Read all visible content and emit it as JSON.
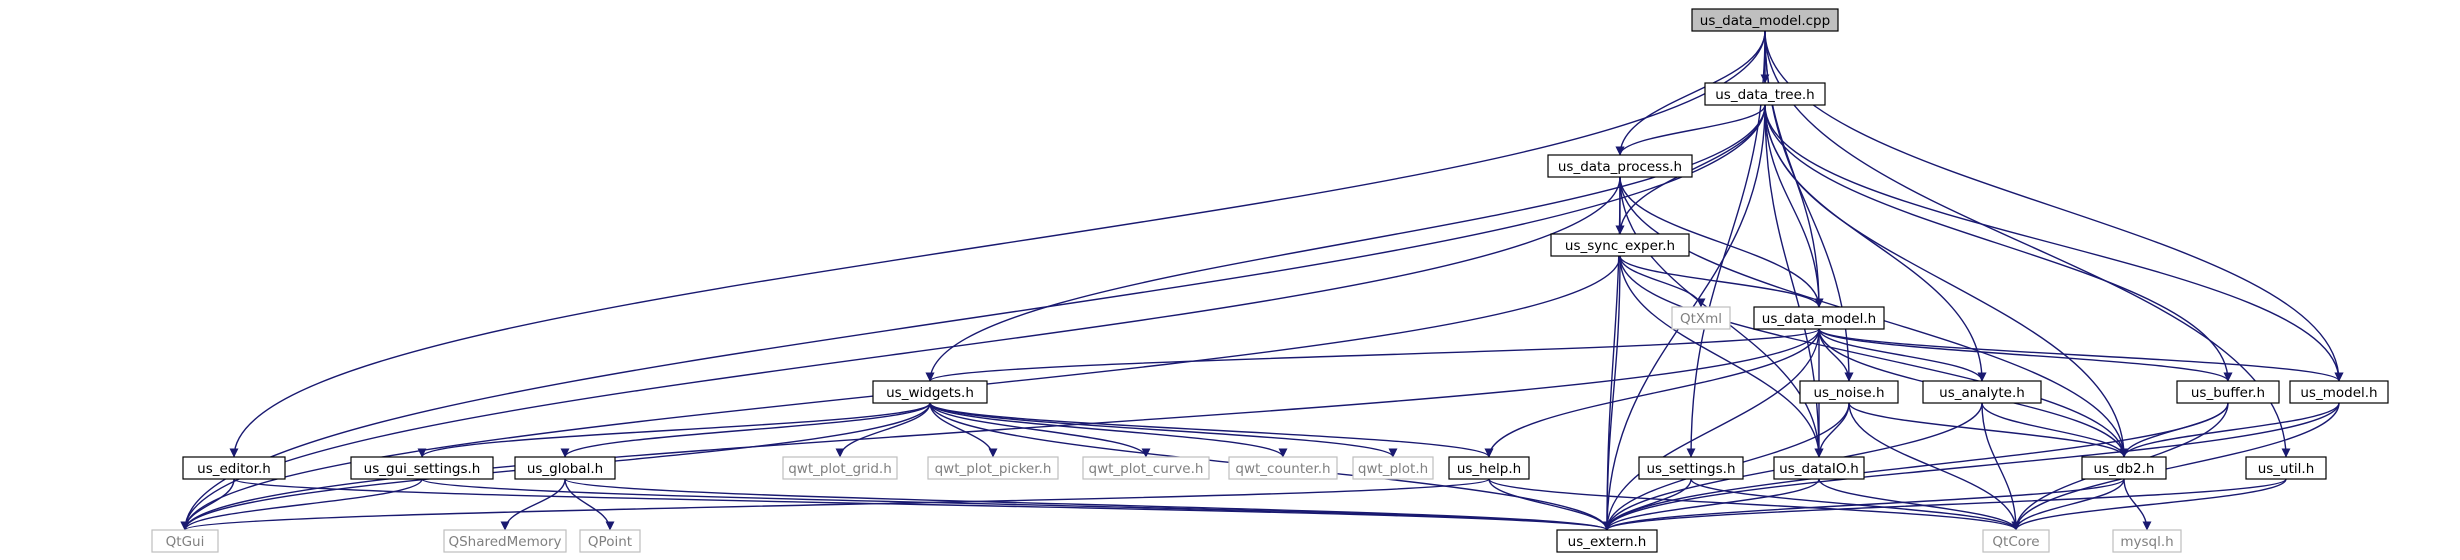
{
  "graph": {
    "nodes": [
      {
        "id": "us_data_model_cpp",
        "label": "us_data_model.cpp",
        "kind": "root"
      },
      {
        "id": "us_data_tree_h",
        "label": "us_data_tree.h",
        "kind": "header"
      },
      {
        "id": "us_data_process_h",
        "label": "us_data_process.h",
        "kind": "header"
      },
      {
        "id": "us_sync_exper_h",
        "label": "us_sync_exper.h",
        "kind": "header"
      },
      {
        "id": "QtXml",
        "label": "QtXml",
        "kind": "external"
      },
      {
        "id": "us_data_model_h",
        "label": "us_data_model.h",
        "kind": "header"
      },
      {
        "id": "us_widgets_h",
        "label": "us_widgets.h",
        "kind": "header"
      },
      {
        "id": "us_noise_h",
        "label": "us_noise.h",
        "kind": "header"
      },
      {
        "id": "us_analyte_h",
        "label": "us_analyte.h",
        "kind": "header"
      },
      {
        "id": "us_buffer_h",
        "label": "us_buffer.h",
        "kind": "header"
      },
      {
        "id": "us_model_h",
        "label": "us_model.h",
        "kind": "header"
      },
      {
        "id": "us_editor_h",
        "label": "us_editor.h",
        "kind": "header"
      },
      {
        "id": "us_gui_settings_h",
        "label": "us_gui_settings.h",
        "kind": "header"
      },
      {
        "id": "us_global_h",
        "label": "us_global.h",
        "kind": "header"
      },
      {
        "id": "qwt_plot_grid_h",
        "label": "qwt_plot_grid.h",
        "kind": "external"
      },
      {
        "id": "qwt_plot_picker_h",
        "label": "qwt_plot_picker.h",
        "kind": "external"
      },
      {
        "id": "qwt_plot_curve_h",
        "label": "qwt_plot_curve.h",
        "kind": "external"
      },
      {
        "id": "qwt_counter_h",
        "label": "qwt_counter.h",
        "kind": "external"
      },
      {
        "id": "qwt_plot_h",
        "label": "qwt_plot.h",
        "kind": "external"
      },
      {
        "id": "us_help_h",
        "label": "us_help.h",
        "kind": "header"
      },
      {
        "id": "us_settings_h",
        "label": "us_settings.h",
        "kind": "header"
      },
      {
        "id": "us_dataIO_h",
        "label": "us_dataIO.h",
        "kind": "header"
      },
      {
        "id": "us_db2_h",
        "label": "us_db2.h",
        "kind": "header"
      },
      {
        "id": "us_util_h",
        "label": "us_util.h",
        "kind": "header"
      },
      {
        "id": "QtGui",
        "label": "QtGui",
        "kind": "external"
      },
      {
        "id": "QSharedMemory",
        "label": "QSharedMemory",
        "kind": "external"
      },
      {
        "id": "QPoint",
        "label": "QPoint",
        "kind": "external"
      },
      {
        "id": "us_extern_h",
        "label": "us_extern.h",
        "kind": "header"
      },
      {
        "id": "QtCore",
        "label": "QtCore",
        "kind": "external"
      },
      {
        "id": "mysql_h",
        "label": "mysql.h",
        "kind": "external"
      }
    ],
    "edges": [
      [
        "us_data_model_cpp",
        "us_data_tree_h"
      ],
      [
        "us_data_model_cpp",
        "us_data_process_h"
      ],
      [
        "us_data_model_cpp",
        "us_data_model_h"
      ],
      [
        "us_data_model_cpp",
        "us_noise_h"
      ],
      [
        "us_data_model_cpp",
        "us_model_h"
      ],
      [
        "us_data_model_cpp",
        "us_editor_h"
      ],
      [
        "us_data_model_cpp",
        "us_settings_h"
      ],
      [
        "us_data_model_cpp",
        "us_util_h"
      ],
      [
        "us_data_tree_h",
        "us_data_process_h"
      ],
      [
        "us_data_tree_h",
        "us_sync_exper_h"
      ],
      [
        "us_data_tree_h",
        "us_data_model_h"
      ],
      [
        "us_data_tree_h",
        "us_analyte_h"
      ],
      [
        "us_data_tree_h",
        "us_buffer_h"
      ],
      [
        "us_data_tree_h",
        "us_model_h"
      ],
      [
        "us_data_tree_h",
        "us_dataIO_h"
      ],
      [
        "us_data_tree_h",
        "us_db2_h"
      ],
      [
        "us_data_tree_h",
        "QtGui"
      ],
      [
        "us_data_tree_h",
        "us_extern_h"
      ],
      [
        "us_data_tree_h",
        "us_widgets_h"
      ],
      [
        "us_data_process_h",
        "us_sync_exper_h"
      ],
      [
        "us_data_process_h",
        "us_data_model_h"
      ],
      [
        "us_data_process_h",
        "us_dataIO_h"
      ],
      [
        "us_data_process_h",
        "us_db2_h"
      ],
      [
        "us_data_process_h",
        "QtGui"
      ],
      [
        "us_data_process_h",
        "us_extern_h"
      ],
      [
        "us_sync_exper_h",
        "QtXml"
      ],
      [
        "us_sync_exper_h",
        "us_data_model_h"
      ],
      [
        "us_sync_exper_h",
        "us_dataIO_h"
      ],
      [
        "us_sync_exper_h",
        "us_db2_h"
      ],
      [
        "us_sync_exper_h",
        "QtGui"
      ],
      [
        "us_sync_exper_h",
        "us_extern_h"
      ],
      [
        "us_data_model_h",
        "us_widgets_h"
      ],
      [
        "us_data_model_h",
        "us_noise_h"
      ],
      [
        "us_data_model_h",
        "us_analyte_h"
      ],
      [
        "us_data_model_h",
        "us_buffer_h"
      ],
      [
        "us_data_model_h",
        "us_model_h"
      ],
      [
        "us_data_model_h",
        "us_dataIO_h"
      ],
      [
        "us_data_model_h",
        "us_db2_h"
      ],
      [
        "us_data_model_h",
        "us_help_h"
      ],
      [
        "us_data_model_h",
        "QtGui"
      ],
      [
        "us_data_model_h",
        "us_extern_h"
      ],
      [
        "us_widgets_h",
        "us_gui_settings_h"
      ],
      [
        "us_widgets_h",
        "us_global_h"
      ],
      [
        "us_widgets_h",
        "qwt_plot_grid_h"
      ],
      [
        "us_widgets_h",
        "qwt_plot_picker_h"
      ],
      [
        "us_widgets_h",
        "qwt_plot_curve_h"
      ],
      [
        "us_widgets_h",
        "qwt_counter_h"
      ],
      [
        "us_widgets_h",
        "qwt_plot_h"
      ],
      [
        "us_widgets_h",
        "us_help_h"
      ],
      [
        "us_widgets_h",
        "QtGui"
      ],
      [
        "us_widgets_h",
        "us_extern_h"
      ],
      [
        "us_noise_h",
        "us_dataIO_h"
      ],
      [
        "us_noise_h",
        "us_db2_h"
      ],
      [
        "us_noise_h",
        "us_extern_h"
      ],
      [
        "us_noise_h",
        "QtCore"
      ],
      [
        "us_analyte_h",
        "us_db2_h"
      ],
      [
        "us_analyte_h",
        "us_extern_h"
      ],
      [
        "us_analyte_h",
        "QtCore"
      ],
      [
        "us_buffer_h",
        "us_db2_h"
      ],
      [
        "us_buffer_h",
        "us_extern_h"
      ],
      [
        "us_buffer_h",
        "QtCore"
      ],
      [
        "us_model_h",
        "us_db2_h"
      ],
      [
        "us_model_h",
        "us_extern_h"
      ],
      [
        "us_model_h",
        "QtCore"
      ],
      [
        "us_editor_h",
        "QtGui"
      ],
      [
        "us_editor_h",
        "us_extern_h"
      ],
      [
        "us_gui_settings_h",
        "QtGui"
      ],
      [
        "us_gui_settings_h",
        "us_extern_h"
      ],
      [
        "us_global_h",
        "QSharedMemory"
      ],
      [
        "us_global_h",
        "QPoint"
      ],
      [
        "us_global_h",
        "us_extern_h"
      ],
      [
        "us_help_h",
        "QtGui"
      ],
      [
        "us_help_h",
        "us_extern_h"
      ],
      [
        "us_help_h",
        "QtCore"
      ],
      [
        "us_settings_h",
        "us_extern_h"
      ],
      [
        "us_settings_h",
        "QtCore"
      ],
      [
        "us_dataIO_h",
        "us_extern_h"
      ],
      [
        "us_dataIO_h",
        "QtCore"
      ],
      [
        "us_db2_h",
        "us_extern_h"
      ],
      [
        "us_db2_h",
        "QtCore"
      ],
      [
        "us_db2_h",
        "mysql_h"
      ],
      [
        "us_util_h",
        "us_extern_h"
      ],
      [
        "us_util_h",
        "QtCore"
      ]
    ]
  },
  "colors": {
    "edge": "#191970",
    "root_fill": "#bfbfbf",
    "header_fill": "#ffffff",
    "header_border": "#000000",
    "external_border": "#bfbfbf",
    "external_text": "#808080",
    "text": "#000000"
  }
}
